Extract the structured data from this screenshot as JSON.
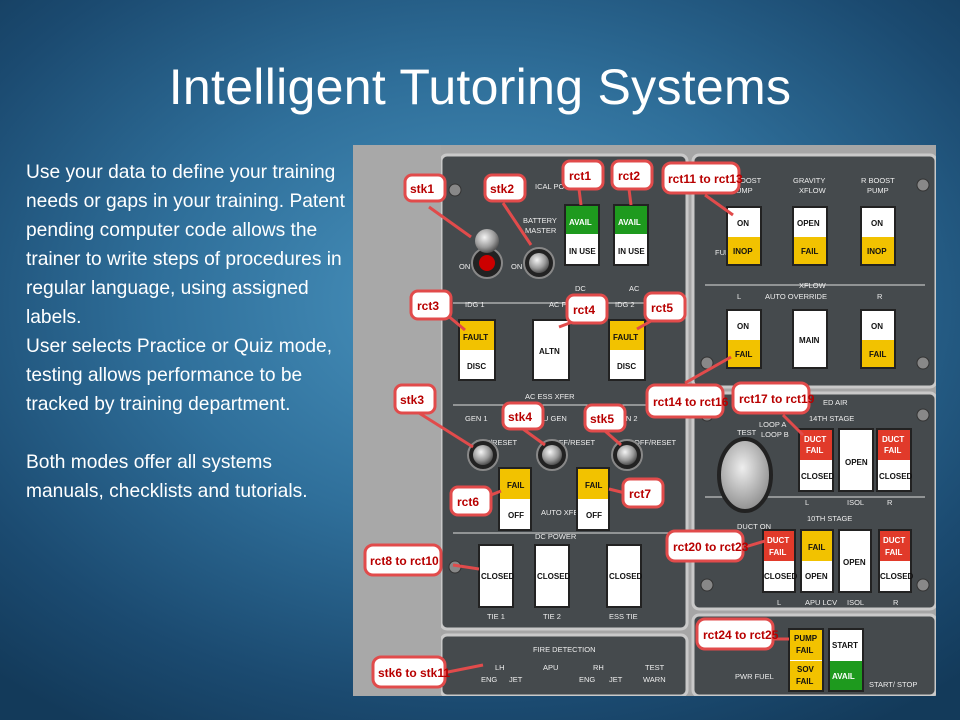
{
  "slide": {
    "title": "Intelligent Tutoring Systems",
    "paragraphs": [
      "Use your data to define your training needs or gaps in your training. Patent pending computer code allows the trainer to write steps of procedures in regular language, using assigned labels.",
      "User selects Practice or Quiz mode, testing allows performance to be tracked by training department.",
      "Both modes offer all systems manuals, checklists and tutorials."
    ]
  },
  "panel": {
    "callouts": {
      "stk1": "stk1",
      "stk2": "stk2",
      "rct1": "rct1",
      "rct2": "rct2",
      "rct11": "rct11 to rct13",
      "rct3": "rct3",
      "rct4": "rct4",
      "rct5": "rct5",
      "rct14": "rct14 to rct16",
      "rct17": "rct17 to rct19",
      "stk3": "stk3",
      "stk4": "stk4",
      "stk5": "stk5",
      "rct6": "rct6",
      "rct7": "rct7",
      "rct8": "rct8 to rct10",
      "rct20": "rct20 to rct23",
      "rct24": "rct24 to rct25",
      "stk6": "stk6 to stk11"
    },
    "buttons": {
      "avail": "AVAIL",
      "in_use": "IN USE",
      "on": "ON",
      "inop": "INOP",
      "open": "OPEN",
      "fail": "FAIL",
      "fault": "FAULT",
      "disc": "DISC",
      "altn": "ALTN",
      "main": "MAIN",
      "duct": "DUCT",
      "duct_fail": "FAIL",
      "closed": "CLOSED",
      "off": "OFF",
      "pump": "PUMP",
      "sov": "SOV",
      "start": "START"
    },
    "labels": {
      "elec_power": "ICAL POWER",
      "battery": "BATTERY",
      "master": "MASTER",
      "dc": "DC",
      "ac": "AC",
      "boost": "BOOST",
      "pump": "PUMP",
      "gravity": "GRAVITY",
      "xflow": "XFLOW",
      "r_boost": "R BOOST",
      "auto_override": "AUTO OVERRIDE",
      "l": "L",
      "r": "R",
      "idg1": "IDG 1",
      "idg2": "IDG 2",
      "ac_power": "AC POWER",
      "ac_ess_xfer": "AC ESS XFER",
      "gen1": "GEN 1",
      "gen2": "GEN 2",
      "apu_gen": "APU GEN",
      "off_reset": "OFF/RESET",
      "auto_xfer": "AUTO XFER",
      "dc_power": "DC POWER",
      "tie1": "TIE 1",
      "tie2": "TIE 2",
      "ess_tie": "ESS TIE",
      "fire_detection": "FIRE DETECTION",
      "lh": "LH",
      "rh": "RH",
      "apu": "APU",
      "test": "TEST",
      "warn": "WARN",
      "eng": "ENG",
      "jet": "JET",
      "bleed_air": "ED AIR",
      "stage14": "14TH STAGE",
      "stage10": "10TH STAGE",
      "loop_a": "LOOP A",
      "loop_b": "LOOP B",
      "isol": "ISOL",
      "apu_lcv": "APU LCV",
      "duct_on": "DUCT ON",
      "fuel": "FUEL",
      "start_stop": "START/ STOP",
      "pwr_fuel": "PWR FUEL",
      "on": "ON",
      "off": "OFF"
    }
  }
}
